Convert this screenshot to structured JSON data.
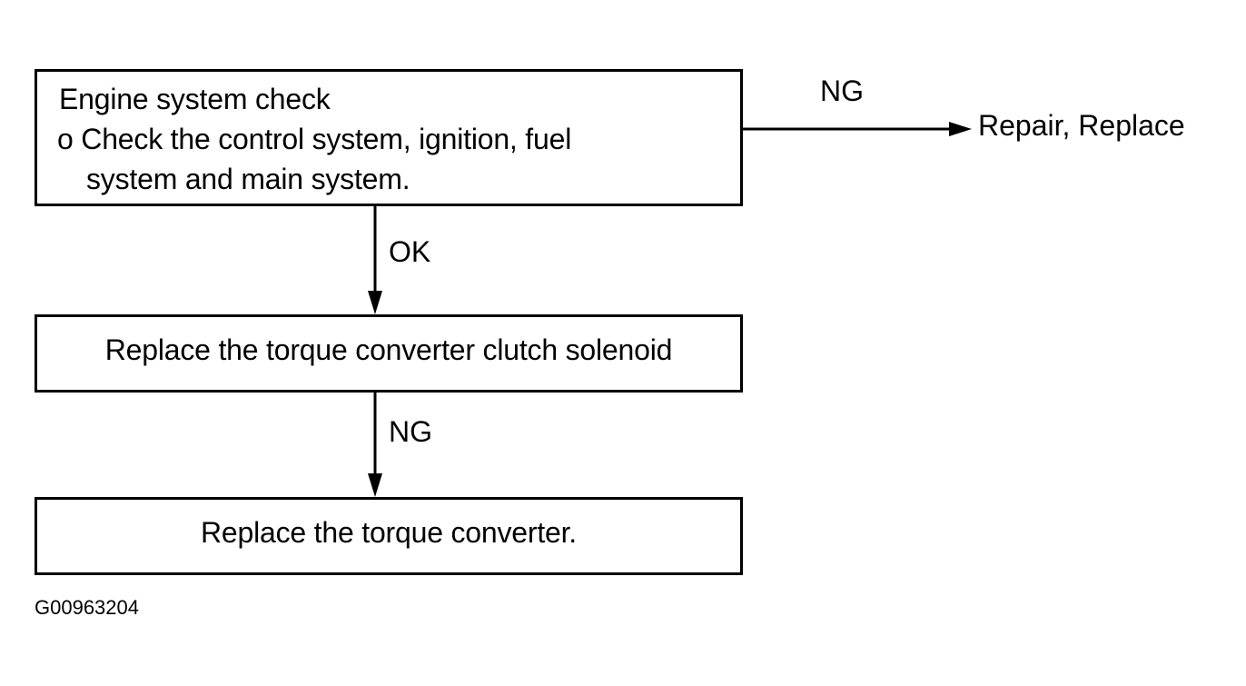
{
  "flowchart": {
    "engine_check": {
      "title": "Engine system check",
      "line1": "o Check the control system, ignition, fuel",
      "line2": "system and main system."
    },
    "solenoid_step": "Replace the torque converter clutch solenoid",
    "converter_step": "Replace the torque converter.",
    "outcome_right": "Repair, Replace",
    "labels": {
      "ng_right": "NG",
      "ok_down": "OK",
      "ng_down": "NG"
    }
  },
  "figure_id": "G00963204"
}
